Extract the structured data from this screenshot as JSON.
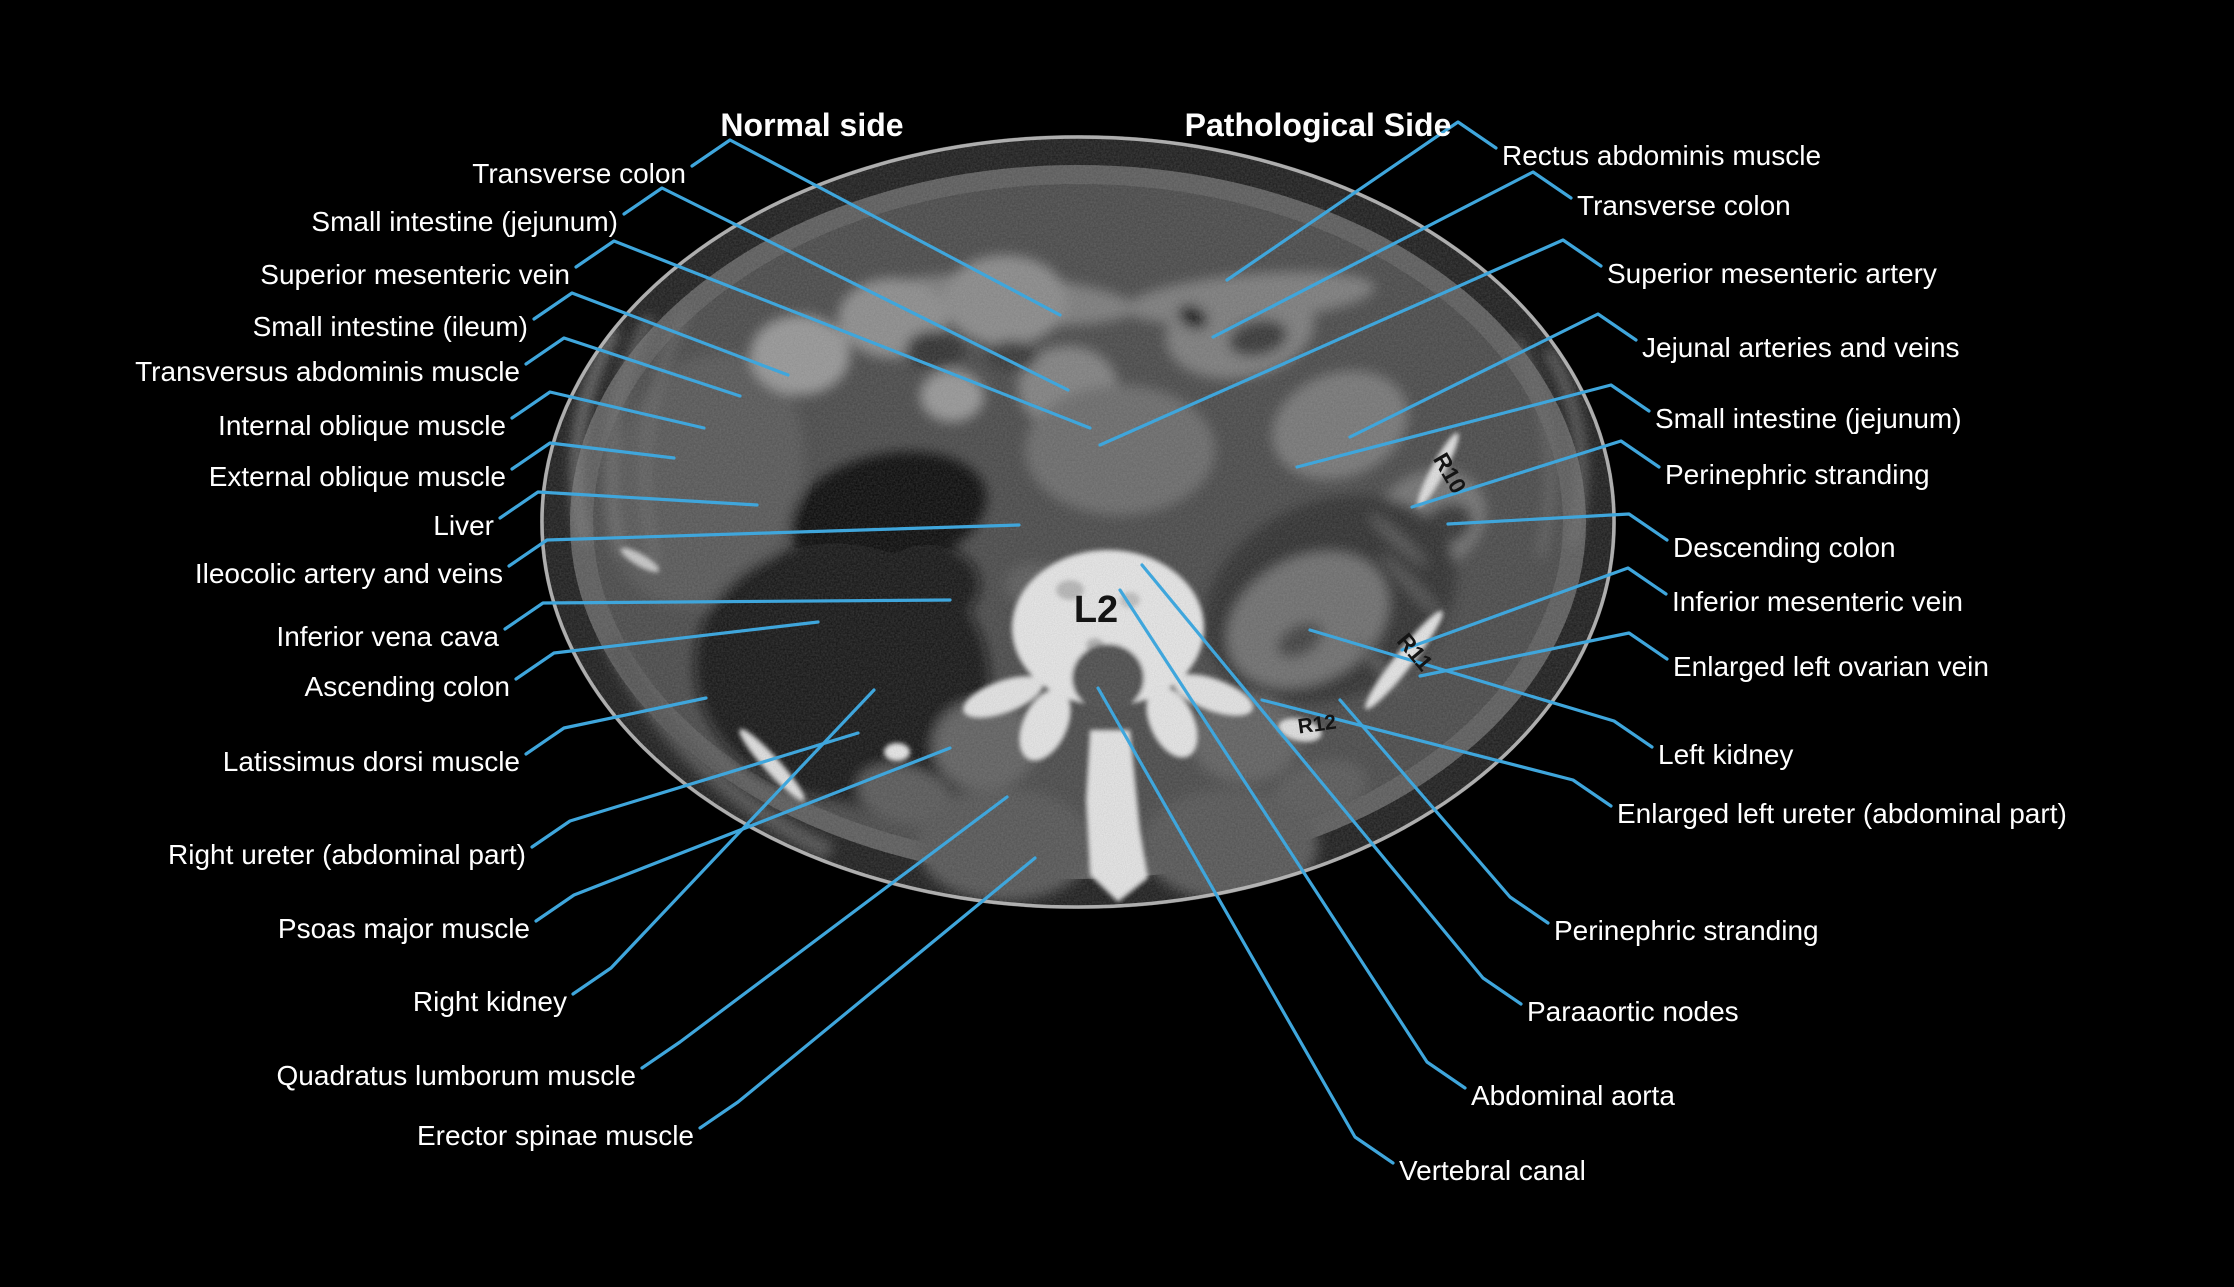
{
  "header": {
    "normal": "Normal side",
    "pathological": "Pathological Side"
  },
  "annotations": {
    "normal_side": [
      {
        "label": "Transverse colon"
      },
      {
        "label": "Small intestine (jejunum)"
      },
      {
        "label": "Superior mesenteric vein"
      },
      {
        "label": "Small intestine (ileum)"
      },
      {
        "label": "Transversus abdominis muscle"
      },
      {
        "label": "Internal oblique muscle"
      },
      {
        "label": "External oblique muscle"
      },
      {
        "label": "Liver"
      },
      {
        "label": "Ileocolic artery and veins"
      },
      {
        "label": "Inferior vena cava"
      },
      {
        "label": "Ascending colon"
      },
      {
        "label": "Latissimus dorsi muscle"
      },
      {
        "label": "Right ureter (abdominal part)"
      },
      {
        "label": "Psoas major muscle"
      },
      {
        "label": "Right kidney"
      },
      {
        "label": "Quadratus lumborum muscle"
      },
      {
        "label": "Erector spinae muscle"
      }
    ],
    "pathological_side": [
      {
        "label": "Rectus abdominis muscle"
      },
      {
        "label": "Transverse colon"
      },
      {
        "label": "Superior mesenteric artery"
      },
      {
        "label": "Jejunal arteries and veins"
      },
      {
        "label": "Small intestine (jejunum)"
      },
      {
        "label": "Perinephric stranding"
      },
      {
        "label": "Descending colon"
      },
      {
        "label": "Inferior mesenteric vein"
      },
      {
        "label": "Enlarged left ovarian vein"
      },
      {
        "label": "Left kidney"
      },
      {
        "label": "Enlarged left ureter (abdominal part)"
      },
      {
        "label": "Perinephric stranding"
      },
      {
        "label": "Paraaortic nodes"
      },
      {
        "label": "Abdominal aorta"
      },
      {
        "label": "Vertebral canal"
      }
    ]
  },
  "ct": {
    "vertebra_label": "L2",
    "rib_labels": [
      "R10",
      "R11",
      "R12"
    ]
  },
  "colors": {
    "leader_line": "#3fa6dc",
    "label_text": "#ffffff",
    "background": "#000000"
  }
}
